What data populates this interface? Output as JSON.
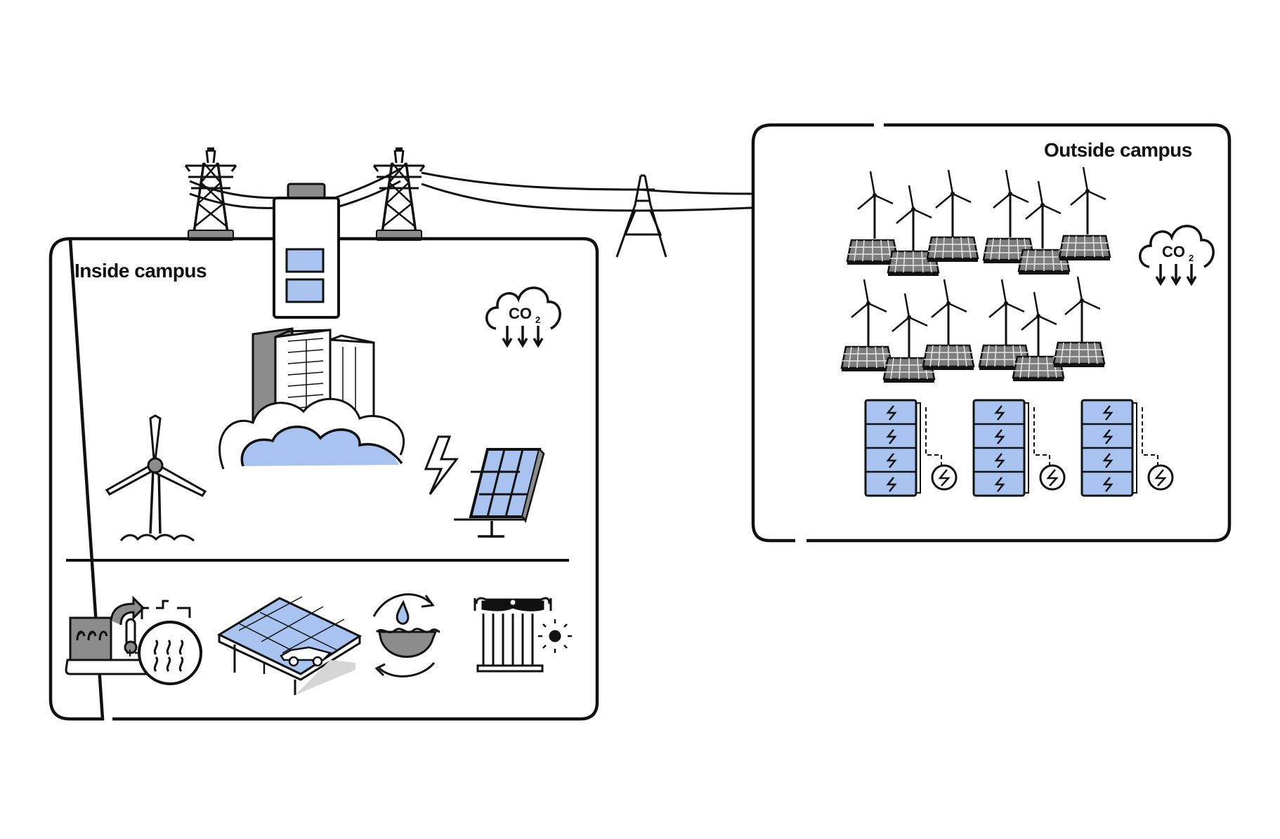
{
  "inside_campus": {
    "title": "Inside campus",
    "co2_label": "CO",
    "co2_subscript": "2"
  },
  "outside_campus": {
    "title": "Outside campus",
    "co2_label": "CO",
    "co2_subscript": "2"
  },
  "colors": {
    "accent_blue": "#a8c3f0",
    "outline": "#111111",
    "gray_fill": "#8c8c8c",
    "background": "#ffffff"
  },
  "icons": [
    "transmission-tower-icon",
    "substation-battery-icon",
    "data-center-cloud-icon",
    "wind-turbine-icon",
    "solar-panel-icon",
    "lightning-icon",
    "co2-reduction-icon",
    "heat-recovery-icon",
    "solar-carport-icon",
    "water-recycling-icon",
    "solar-thermal-icon",
    "battery-storage-icon"
  ]
}
